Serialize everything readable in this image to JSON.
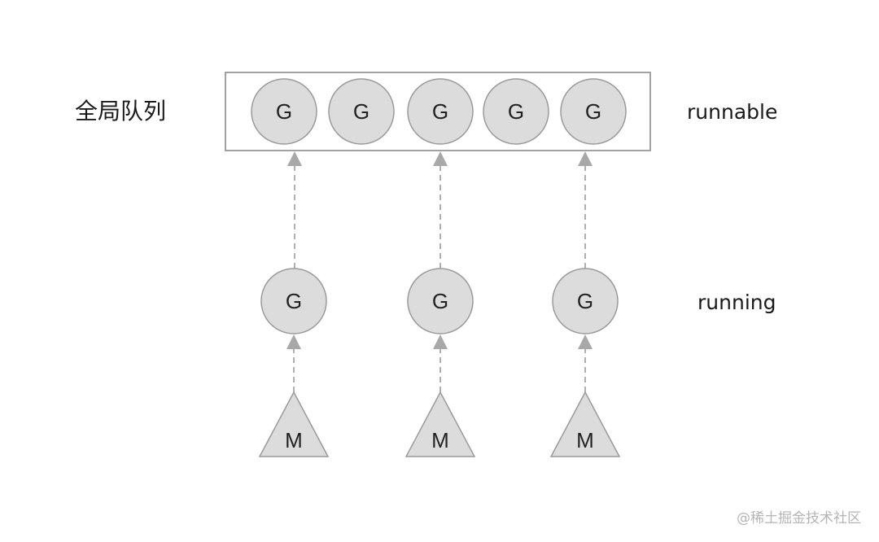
{
  "labels": {
    "global_queue": "全局队列",
    "runnable": "runnable",
    "running": "running",
    "watermark": "@稀土掘金技术社区"
  },
  "queue": {
    "goroutines": [
      {
        "label": "G"
      },
      {
        "label": "G"
      },
      {
        "label": "G"
      },
      {
        "label": "G"
      },
      {
        "label": "G"
      }
    ]
  },
  "workers": [
    {
      "goroutine_label": "G",
      "machine_label": "M"
    },
    {
      "goroutine_label": "G",
      "machine_label": "M"
    },
    {
      "goroutine_label": "G",
      "machine_label": "M"
    }
  ],
  "colors": {
    "node_fill": "#dcdcdc",
    "node_stroke": "#9a9a9a",
    "box_stroke": "#8c8c8c",
    "arrow": "#a8a8a8",
    "text": "#222222"
  }
}
